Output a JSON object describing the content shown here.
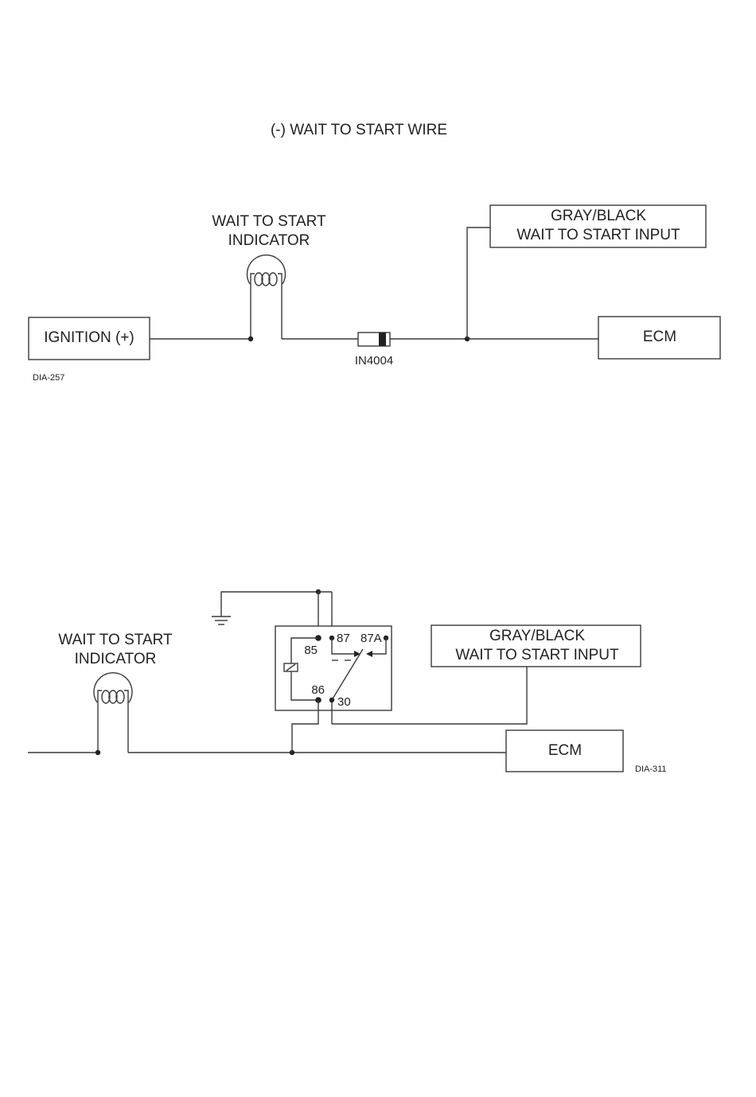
{
  "title": "(-) WAIT TO START WIRE",
  "diagram1": {
    "indicator_line1": "WAIT TO START",
    "indicator_line2": "INDICATOR",
    "ignition_label": "IGNITION (+)",
    "input_line1": "GRAY/BLACK",
    "input_line2": "WAIT TO START INPUT",
    "ecm_label": "ECM",
    "diode_label": "IN4004",
    "code": "DIA-257"
  },
  "diagram2": {
    "indicator_line1": "WAIT TO START",
    "indicator_line2": "INDICATOR",
    "input_line1": "GRAY/BLACK",
    "input_line2": "WAIT TO START INPUT",
    "ecm_label": "ECM",
    "relay_pins": {
      "p85": "85",
      "p86": "86",
      "p87": "87",
      "p87a": "87A",
      "p30": "30"
    },
    "code": "DIA-311"
  }
}
